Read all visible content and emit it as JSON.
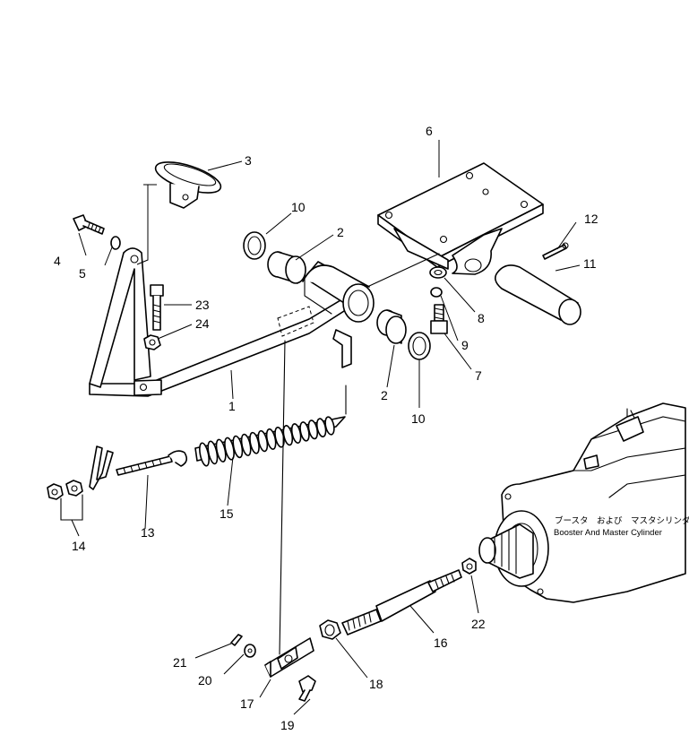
{
  "callouts": {
    "c1": "1",
    "c2a": "2",
    "c2b": "2",
    "c3": "3",
    "c4": "4",
    "c5": "5",
    "c6": "6",
    "c7": "7",
    "c8": "8",
    "c9": "9",
    "c10a": "10",
    "c10b": "10",
    "c11": "11",
    "c12": "12",
    "c13": "13",
    "c14": "14",
    "c15": "15",
    "c16": "16",
    "c17": "17",
    "c18": "18",
    "c19": "19",
    "c20": "20",
    "c21": "21",
    "c22": "22",
    "c23": "23",
    "c24": "24"
  },
  "caption": {
    "jp": "ブースタ　および　マスタシリンダ",
    "en": "Booster And Master Cylinder"
  }
}
